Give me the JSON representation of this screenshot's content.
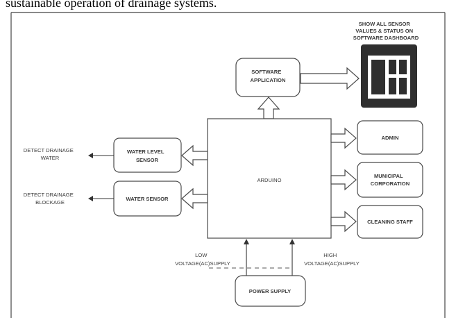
{
  "caption": "sustainable operation of drainage systems.",
  "diagram": {
    "dashboard_label": [
      "SHOW ALL SENSOR",
      "VALUES & STATUS ON",
      "SOFTWARE DASHBOARD"
    ],
    "software_app": [
      "SOFTWARE",
      "APPLICATION"
    ],
    "arduino": "ARDUINO",
    "admin": "ADMIN",
    "municipal": [
      "MUNICIPAL",
      "CORPORATION"
    ],
    "cleaning": "CLEANING STAFF",
    "water_level_sensor": [
      "WATER LEVEL",
      "SENSOR"
    ],
    "water_sensor": "WATER SENSOR",
    "detect_water": [
      "DETECT DRAINAGE",
      "WATER"
    ],
    "detect_blockage": [
      "DETECT DRAINAGE",
      "BLOCKAGE"
    ],
    "low_voltage": [
      "LOW",
      "VOLTAGE(AC)SUPPLY"
    ],
    "high_voltage": [
      "HIGH",
      "VOLTAGE(AC)SUPPLY"
    ],
    "power_supply": "POWER SUPPLY"
  }
}
